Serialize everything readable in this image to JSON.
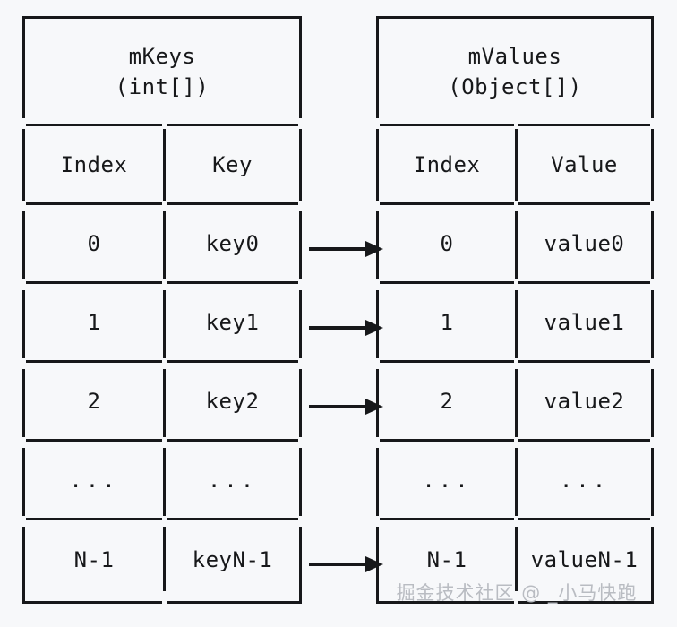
{
  "page": {
    "background_color": "#f7f8fa",
    "line_color": "#17181a",
    "text_color": "#17181a",
    "watermark_color": "#b9bcc2",
    "watermark": "掘金技术社区 @ _小马快跑"
  },
  "keys_table": {
    "title_line_1": "mKeys",
    "title_line_2": "(int[])",
    "columns": [
      "Index",
      "Key"
    ],
    "rows": [
      {
        "index": "0",
        "key": "key0"
      },
      {
        "index": "1",
        "key": "key1"
      },
      {
        "index": "2",
        "key": "key2"
      },
      {
        "index": "...",
        "key": "..."
      },
      {
        "index": "N-1",
        "key": "keyN-1"
      }
    ]
  },
  "values_table": {
    "title_line_1": "mValues",
    "title_line_2": "(Object[])",
    "columns": [
      "Index",
      "Value"
    ],
    "rows": [
      {
        "index": "0",
        "value": "value0"
      },
      {
        "index": "1",
        "value": "value1"
      },
      {
        "index": "2",
        "value": "value2"
      },
      {
        "index": "...",
        "value": "..."
      },
      {
        "index": "N-1",
        "value": "valueN-1"
      }
    ]
  },
  "connectors": [
    {
      "from_row": "0",
      "to_row": "0",
      "glyph": "arrow-right"
    },
    {
      "from_row": "1",
      "to_row": "1",
      "glyph": "arrow-right"
    },
    {
      "from_row": "2",
      "to_row": "2",
      "glyph": "arrow-right"
    },
    {
      "from_row": "N-1",
      "to_row": "N-1",
      "glyph": "arrow-right"
    }
  ]
}
